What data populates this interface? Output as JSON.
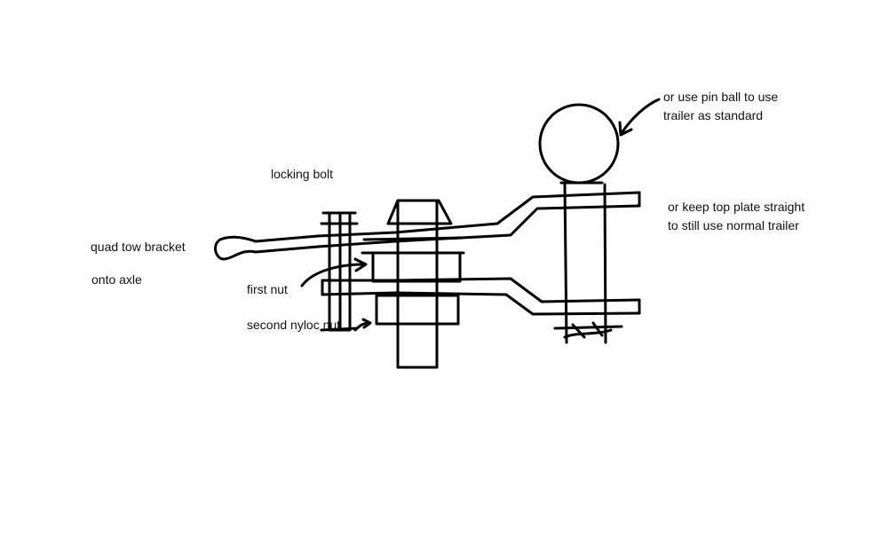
{
  "diagram": {
    "stroke_color": "#000000",
    "background_color": "#ffffff",
    "labels": {
      "locking_bolt": "locking bolt",
      "quad_tow_bracket": "quad tow bracket",
      "onto_axle": "onto axle",
      "first_nut": "first nut",
      "second_nyloc_nut": "second nyloc nut",
      "pin_ball_line1": "or use pin ball to use",
      "pin_ball_line2": "trailer as standard",
      "top_plate_line1": "or keep top plate straight",
      "top_plate_line2": "to still use normal trailer"
    }
  }
}
